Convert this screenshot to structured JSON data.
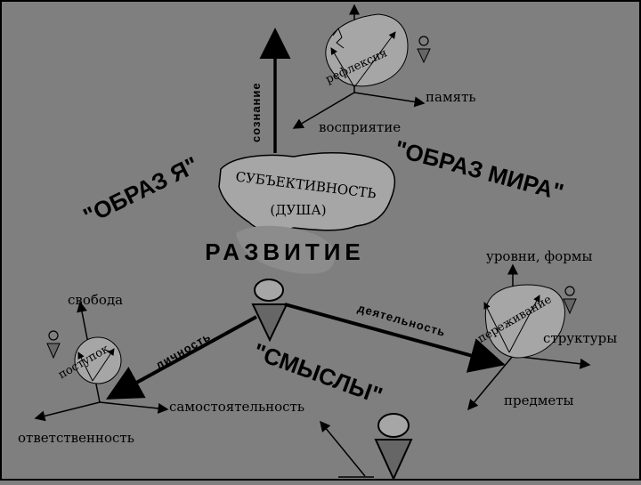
{
  "center": {
    "title_line1": "СУБЪЕКТИВНОСТЬ",
    "title_line2": "(ДУША)",
    "development": "РАЗВИТИЕ"
  },
  "arrows": {
    "consciousness": "сознание",
    "personality": "личность",
    "activity": "деятельность"
  },
  "images": {
    "self": "\"ОБРАЗ Я\"",
    "world": "\"ОБРАЗ МИРА\"",
    "meanings": "\"СМЫСЛЫ\""
  },
  "top_system": {
    "reflection": "рефлексия",
    "memory": "память",
    "perception": "восприятие"
  },
  "left_system": {
    "freedom": "свобода",
    "act": "поступок",
    "independence": "самостоятельность",
    "responsibility": "ответственность"
  },
  "right_system": {
    "levels_forms": "уровни, формы",
    "experience": "переживание",
    "structures": "структуры",
    "objects": "предметы"
  }
}
